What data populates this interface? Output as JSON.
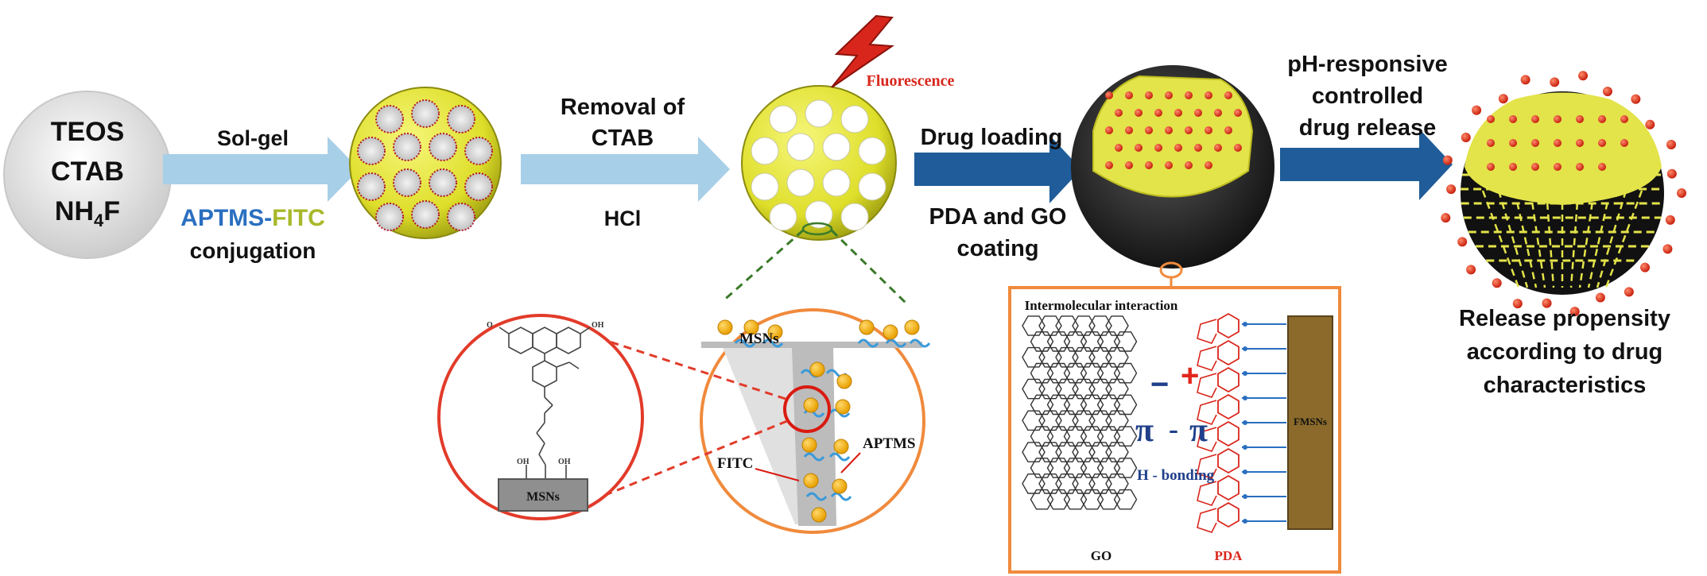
{
  "precursors": {
    "line1": "TEOS",
    "line2": "CTAB",
    "line3_main": "NH",
    "line3_sub": "4",
    "line3_end": "F"
  },
  "step1": {
    "top": "Sol-gel",
    "aptms": "APTMS",
    "dash": "-",
    "fitc": "FITC",
    "bottom": "conjugation"
  },
  "step2": {
    "top1": "Removal of",
    "top2": "CTAB",
    "bottom": "HCl"
  },
  "fluorescence": "Fluorescence",
  "step3": {
    "top": "Drug loading",
    "bottom1": "PDA and GO",
    "bottom2": "coating"
  },
  "step4": {
    "line1": "pH-responsive",
    "line2": "controlled",
    "line3": "drug release"
  },
  "result": {
    "line1": "Release propensity",
    "line2": "according to drug",
    "line3": "characteristics"
  },
  "zoom_small": {
    "substrate": "MSNs"
  },
  "zoom_pore": {
    "msns": "MSNs",
    "fitc": "FITC",
    "aptms": "APTMS"
  },
  "interaction": {
    "title": "Intermolecular interaction",
    "pi_left": "π",
    "pi_dash": "-",
    "pi_right": "π",
    "hbond": "H - bonding",
    "go": "GO",
    "pda": "PDA",
    "fmsns": "FMSNs"
  },
  "colors": {
    "arrow_light": "#a8cfe8",
    "arrow_dark": "#1f5c99",
    "aptms_blue": "#2a6fc0",
    "fitc_green": "#a8b82a",
    "fluorescence_red": "#d9261c",
    "zoom_red": "#e23b2a",
    "zoom_orange": "#f08a3c",
    "particle_yellow": "#e8e838",
    "drug_red": "#e2412c",
    "brown": "#8b6a2b"
  }
}
